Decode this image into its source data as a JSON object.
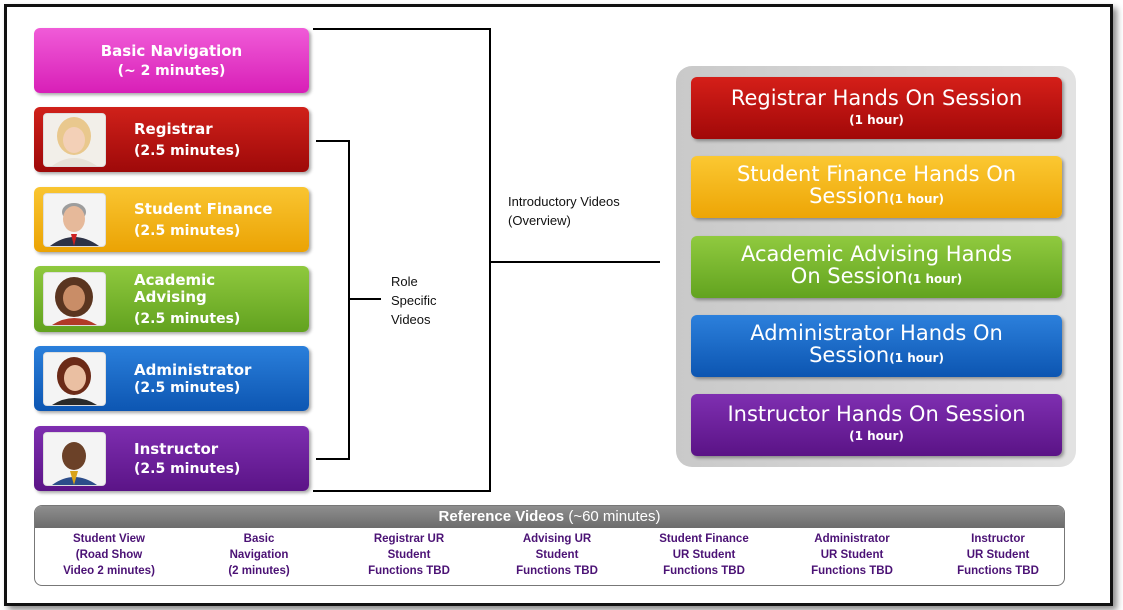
{
  "intro_videos": [
    {
      "title": "Basic Navigation",
      "duration": "(~ 2 minutes)",
      "color": "#e62ec4"
    },
    {
      "title": "Registrar",
      "duration": "(2.5 minutes)",
      "color": "#b80d0d",
      "icon": "registrar-avatar-icon"
    },
    {
      "title": "Student Finance",
      "duration": "(2.5 minutes)",
      "color": "#f4b30b",
      "icon": "student-finance-avatar-icon"
    },
    {
      "title": "Academic Advising",
      "duration": "(2.5 minutes)",
      "color": "#77b82c",
      "icon": "academic-advising-avatar-icon"
    },
    {
      "title": "Administrator",
      "duration": "(2.5 minutes)",
      "color": "#1765c4",
      "icon": "administrator-avatar-icon"
    },
    {
      "title": "Instructor",
      "duration": "(2.5 minutes)",
      "color": "#6c1f9a",
      "icon": "instructor-avatar-icon"
    }
  ],
  "labels": {
    "role_line1": "Role",
    "role_line2": "Specific",
    "role_line3": "Videos",
    "intro_line1": "Introductory Videos",
    "intro_line2": "(Overview)"
  },
  "hands_on_sessions": [
    {
      "line1": "Registrar Hands On Session",
      "line2": "",
      "duration": "(1 hour)",
      "color": "#b80d0d"
    },
    {
      "line1": "Student Finance Hands On",
      "line2": "Session",
      "duration": "(1 hour)",
      "color": "#f4b30b"
    },
    {
      "line1": "Academic Advising Hands",
      "line2": "On Session",
      "duration": "(1 hour)",
      "color": "#77b82c"
    },
    {
      "line1": "Administrator Hands On",
      "line2": "Session",
      "duration": "(1 hour)",
      "color": "#1765c4"
    },
    {
      "line1": "Instructor Hands On Session",
      "line2": "",
      "duration": "(1 hour)",
      "color": "#6c1f9a"
    }
  ],
  "reference": {
    "title": "Reference Videos",
    "duration": "(~60 minutes)",
    "columns": [
      {
        "l1": "Student View",
        "l2": "(Road Show",
        "l3": "Video 2 minutes)"
      },
      {
        "l1": "Basic",
        "l2": "Navigation",
        "l3": "(2 minutes)"
      },
      {
        "l1": "Registrar UR",
        "l2": "Student",
        "l3": "Functions TBD"
      },
      {
        "l1": "Advising UR",
        "l2": "Student",
        "l3": "Functions TBD"
      },
      {
        "l1": "Student Finance",
        "l2": "UR Student",
        "l3": "Functions TBD"
      },
      {
        "l1": "Administrator",
        "l2": "UR Student",
        "l3": "Functions TBD"
      },
      {
        "l1": "Instructor",
        "l2": "UR Student",
        "l3": "Functions TBD"
      }
    ]
  }
}
